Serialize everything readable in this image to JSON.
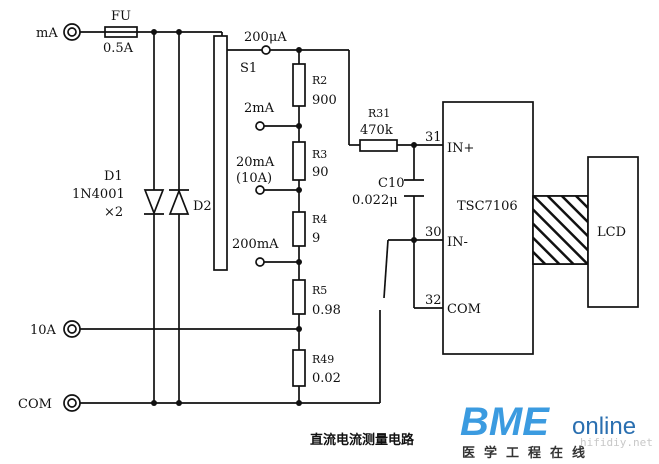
{
  "diagram": {
    "caption": "直流电流测量电路",
    "terminals": {
      "ma": "mA",
      "a10": "10A",
      "com": "COM"
    },
    "fuse": {
      "name": "FU",
      "value": "0.5A"
    },
    "diodes": {
      "d1": "D1",
      "d1_part": "1N4001",
      "d1_qty": "×2",
      "d2": "D2"
    },
    "switch": {
      "name": "S1"
    },
    "ranges": {
      "r200ua": "200μA",
      "r2ma": "2mA",
      "r20ma": "20mA",
      "r20ma_alt": "(10A)",
      "r200ma": "200mA"
    },
    "resistors": {
      "r2": {
        "name": "R2",
        "value": "900"
      },
      "r3": {
        "name": "R3",
        "value": "90"
      },
      "r4": {
        "name": "R4",
        "value": "9"
      },
      "r5": {
        "name": "R5",
        "value": "0.98"
      },
      "r49": {
        "name": "R49",
        "value": "0.02"
      },
      "r31": {
        "name": "R31",
        "value": "470k"
      }
    },
    "capacitor": {
      "name": "C10",
      "value": "0.022μ"
    },
    "chip": {
      "name": "TSC7106",
      "pin_in_plus": "31",
      "label_in_plus": "IN+",
      "pin_in_minus": "30",
      "label_in_minus": "IN-",
      "pin_com": "32",
      "label_com": "COM"
    },
    "display": "LCD"
  },
  "watermark": {
    "logo_main": "BME",
    "logo_sub": "online",
    "logo_cn": "医学工程在线",
    "site": "hifidiy.net"
  }
}
